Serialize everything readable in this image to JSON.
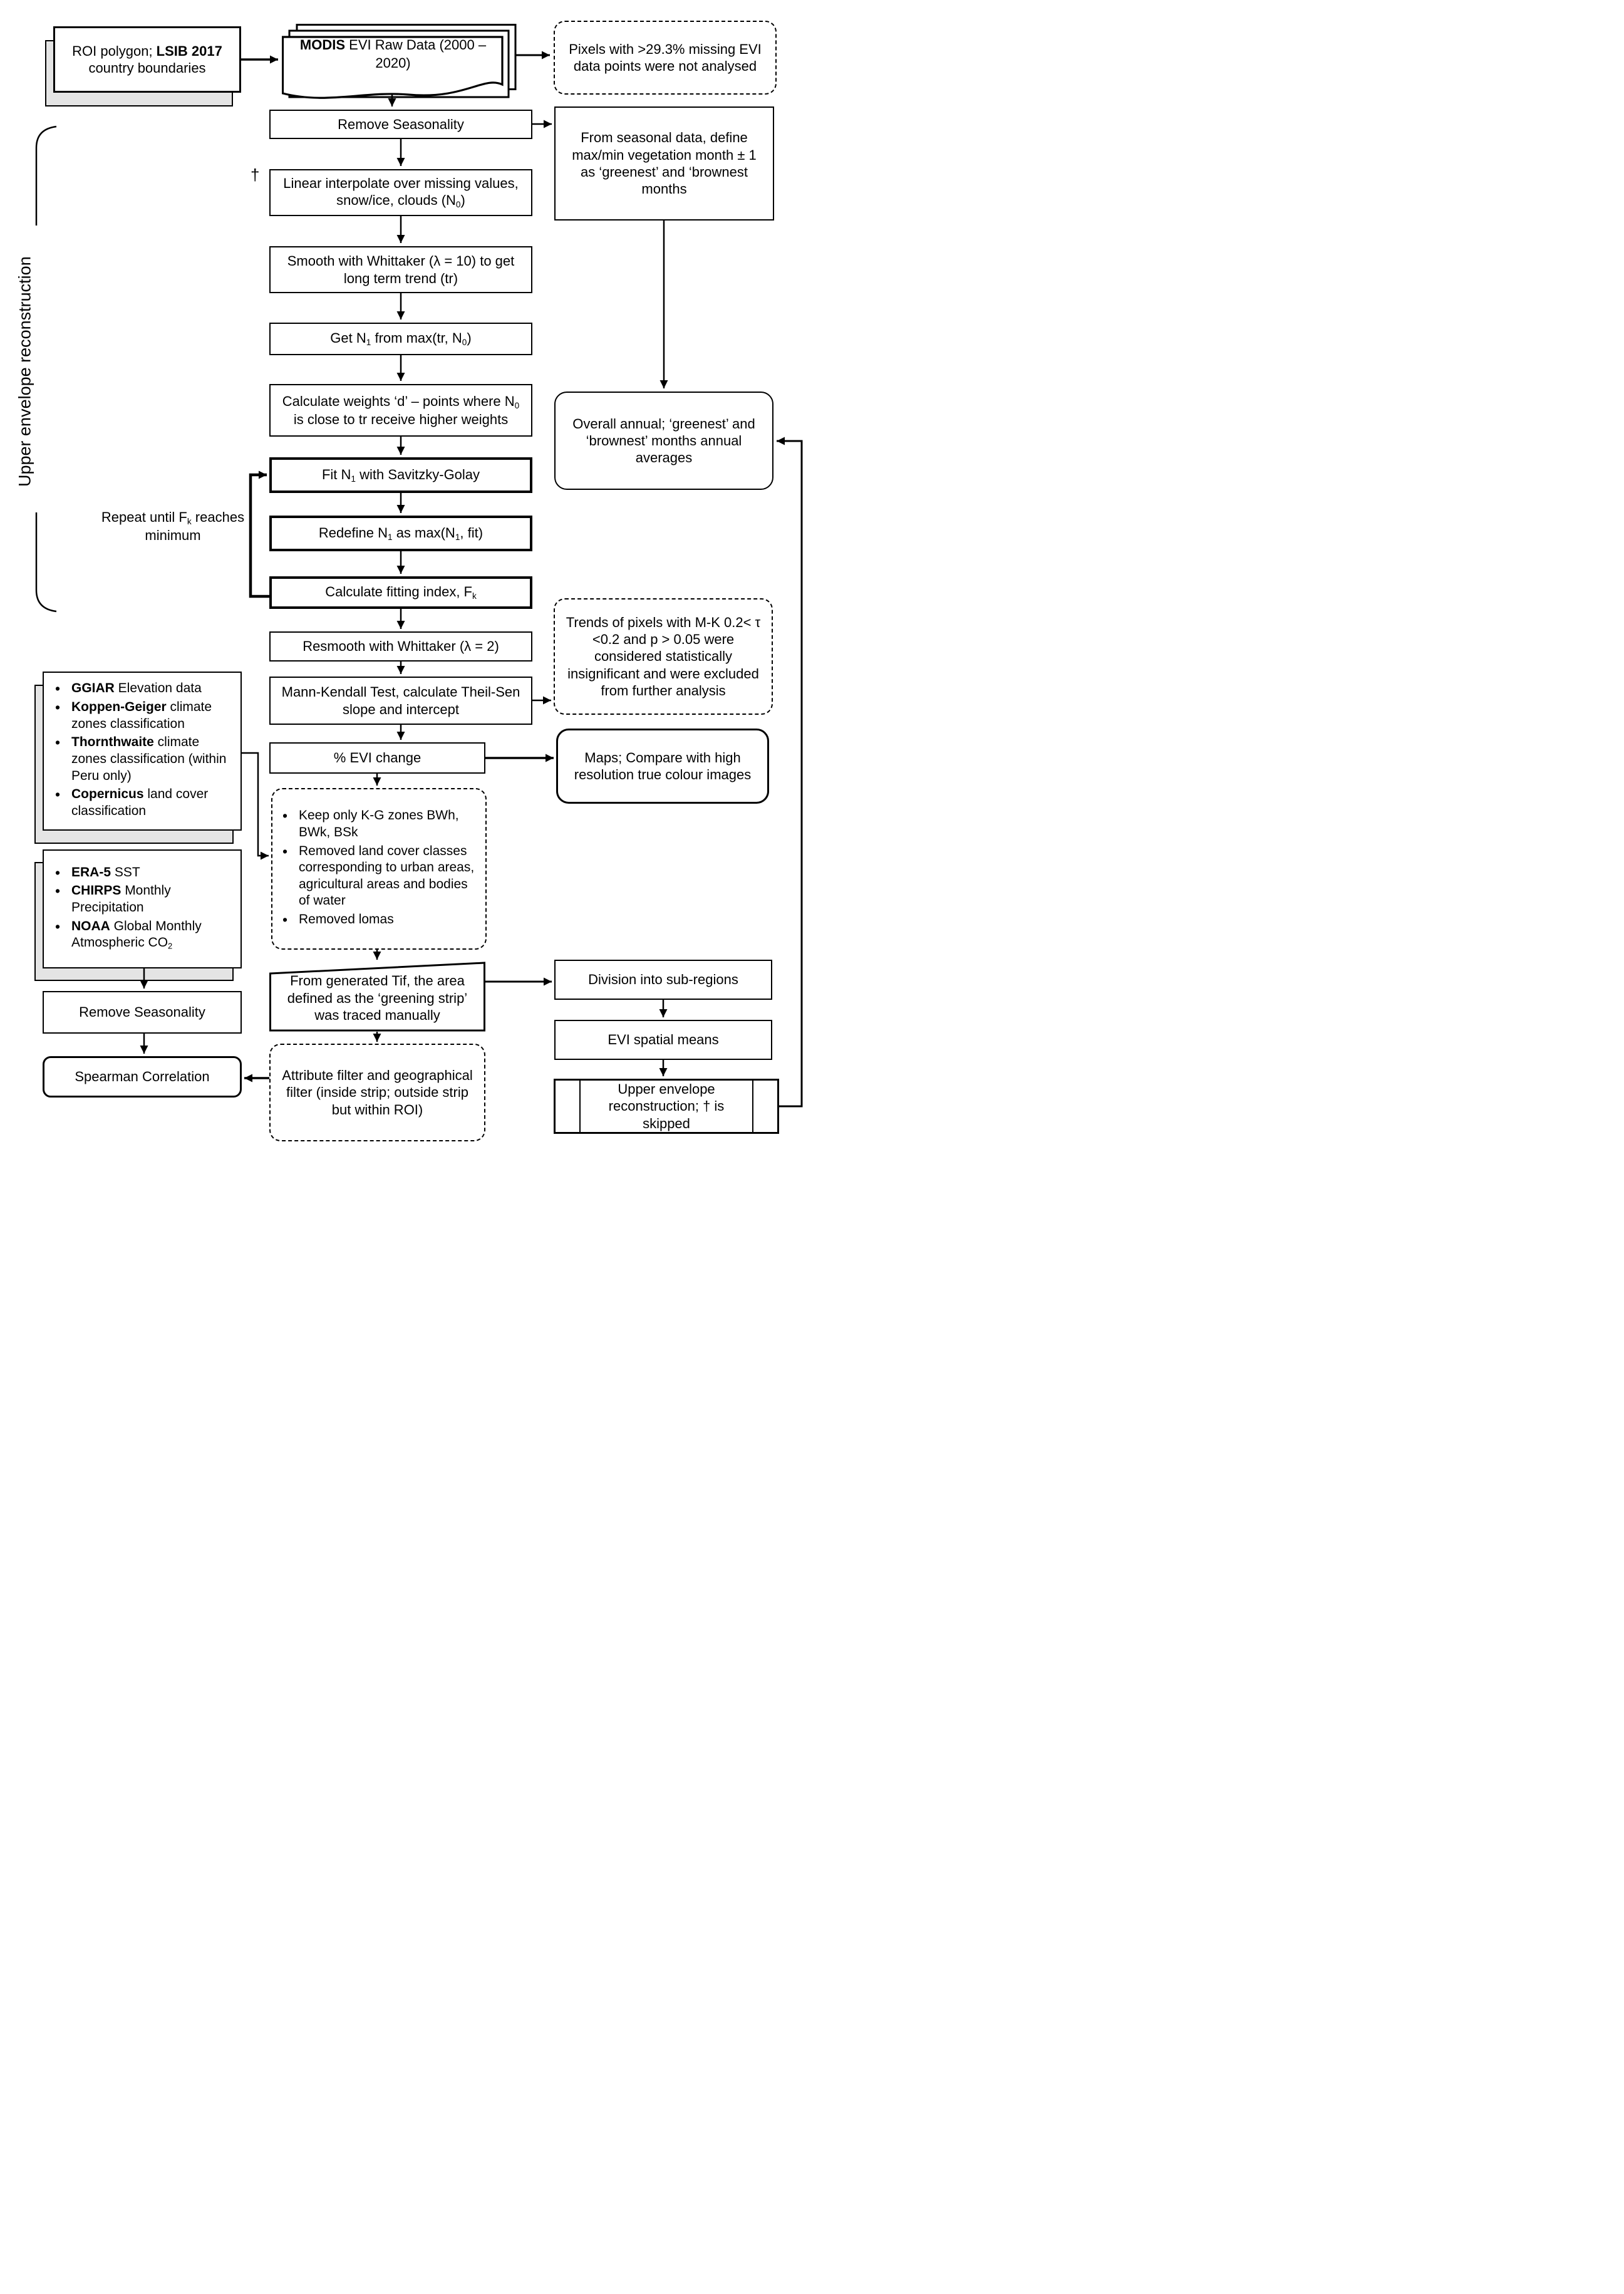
{
  "colors": {
    "line": "#000000",
    "stack_shadow": "#e4e4e4"
  },
  "flow": {
    "side_label": "Upper envelope reconstruction",
    "loop_label": "Repeat until F_{k} reaches minimum",
    "dagger": "†",
    "nodes": {
      "roi": "ROI polygon; **LSIB 2017** country boundaries",
      "modis": "**MODIS** EVI Raw Data (2000 – 2020)",
      "pixels_note": "Pixels with >29.3% missing EVI data points were not analysed",
      "remove_seasonality": "Remove Seasonality",
      "seasonal_note": "From seasonal data, define max/min vegetation month ± 1 as ‘greenest’ and ‘brownest months",
      "linear_interpolate": "Linear interpolate over missing values, snow/ice, clouds (N_{0})",
      "smooth_whittaker": "Smooth with Whittaker (λ = 10) to get long term trend (tr)",
      "get_n1": "Get N_{1} from max(tr, N_{0})",
      "calc_weights": "Calculate weights ‘d’ – points where N_{0} is close to tr receive higher weights",
      "fit_n1": "Fit N_{1} with Savitzky-Golay",
      "redefine_n1": "Redefine N_{1} as max(N_{1}, fit)",
      "fitting_index": "Calculate fitting index, F_{k}",
      "overall_annual": "Overall annual; ‘greenest’ and ‘brownest’ months annual averages",
      "resmooth": "Resmooth with Whittaker (λ = 2)",
      "mann_kendall": "Mann-Kendall Test, calculate Theil-Sen slope and intercept",
      "trends_note": "Trends of pixels with M-K 0.2< τ <0.2 and p > 0.05 were considered statistically insignificant and were excluded from further analysis",
      "evi_change": "% EVI change",
      "maps_note": "Maps; Compare with high resolution true colour images",
      "keep_only": [
        "Keep only K-G zones BWh, BWk, BSk",
        "Removed land cover classes corresponding to urban areas, agricultural areas and bodies of water",
        "Removed lomas"
      ],
      "aux_data": [
        "**GGIAR** Elevation data",
        "**Koppen-Geiger** climate zones classification",
        "**Thornthwaite** climate zones classification (within Peru only)",
        "**Copernicus** land cover classification"
      ],
      "climate_data": [
        "**ERA-5** SST",
        "**CHIRPS** Monthly Precipitation",
        "**NOAA** Global Monthly Atmospheric CO_{2}"
      ],
      "remove_seasonality_2": "Remove Seasonality",
      "spearman": "Spearman Correlation",
      "tif_trace": "From generated Tif, the area defined as the ‘greening strip’ was traced manually",
      "division": "Division into sub-regions",
      "evi_means": "EVI spatial means",
      "upper_envelope_proc": "Upper envelope reconstruction; † is skipped",
      "attribute_filter": "Attribute filter and geographical filter (inside strip; outside strip but within ROI)"
    }
  }
}
